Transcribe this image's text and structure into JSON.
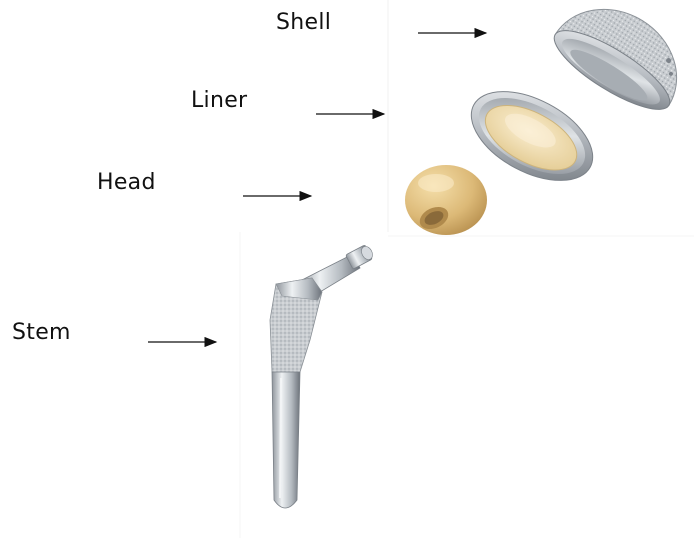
{
  "labels": {
    "shell": "Shell",
    "liner": "Liner",
    "head": "Head",
    "stem": "Stem"
  },
  "colors": {
    "text": "#111111",
    "arrow": "#111111",
    "metal": "#b9bec4",
    "polyethylene": "#f1deb4",
    "ceramic_head": "#e2c186"
  }
}
